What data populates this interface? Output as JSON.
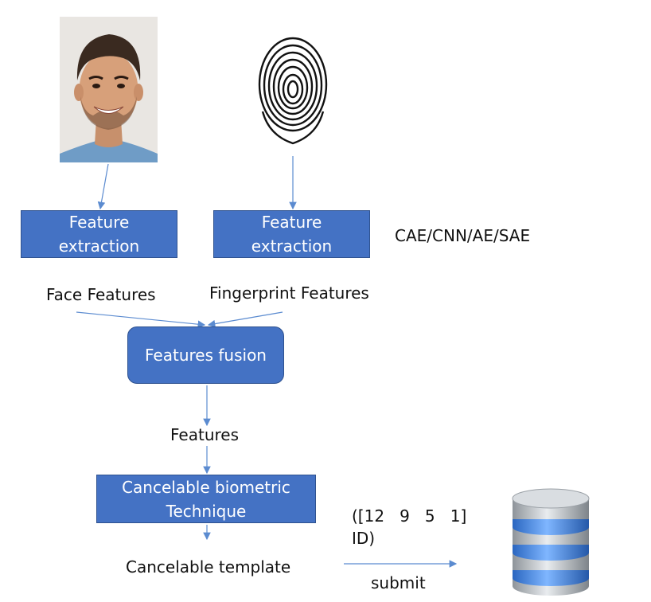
{
  "boxes": {
    "face_extraction": [
      "Feature",
      "extraction"
    ],
    "finger_extraction": [
      "Feature",
      "extraction"
    ],
    "fusion": "Features fusion",
    "cancelable": [
      "Cancelable biometric",
      "Technique"
    ]
  },
  "labels": {
    "methods": "CAE/CNN/AE/SAE",
    "face_features": "Face Features",
    "finger_features": "Fingerprint Features",
    "features": "Features",
    "template_vector": "([12   9   5   1]",
    "template_id": "ID)",
    "cancelable_template": "Cancelable template",
    "submit": "submit"
  },
  "colors": {
    "box_fill": "#4472c4",
    "arrow": "#5b8bd0",
    "db_ring": "#4f8fe0"
  },
  "icons": {
    "face": "face-photo",
    "fingerprint": "fingerprint-icon",
    "database": "database-icon"
  }
}
